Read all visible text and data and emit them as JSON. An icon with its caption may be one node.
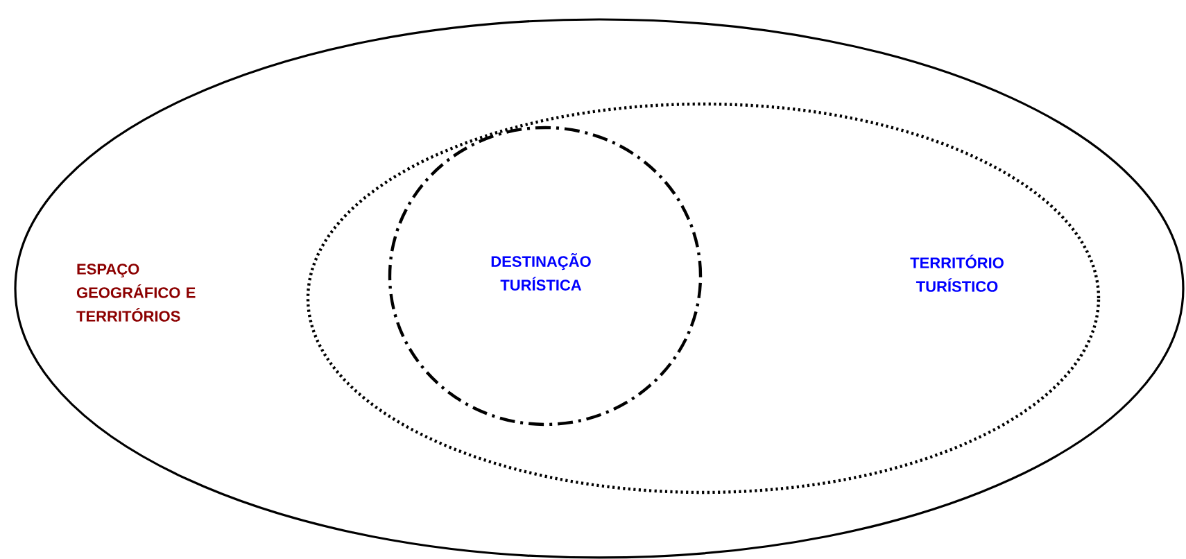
{
  "diagram": {
    "nodes": [
      {
        "text": [
          "ESPAÇO GEOGRÁFICO E TERRITÓRIOS"
        ]
      },
      {
        "text": [
          "TERRITÓRIO TURÍSTICO"
        ],
        "in": 0
      },
      {
        "text": [
          "DESTINAÇÃO TURÍSTICA"
        ],
        "in": 1
      }
    ]
  }
}
